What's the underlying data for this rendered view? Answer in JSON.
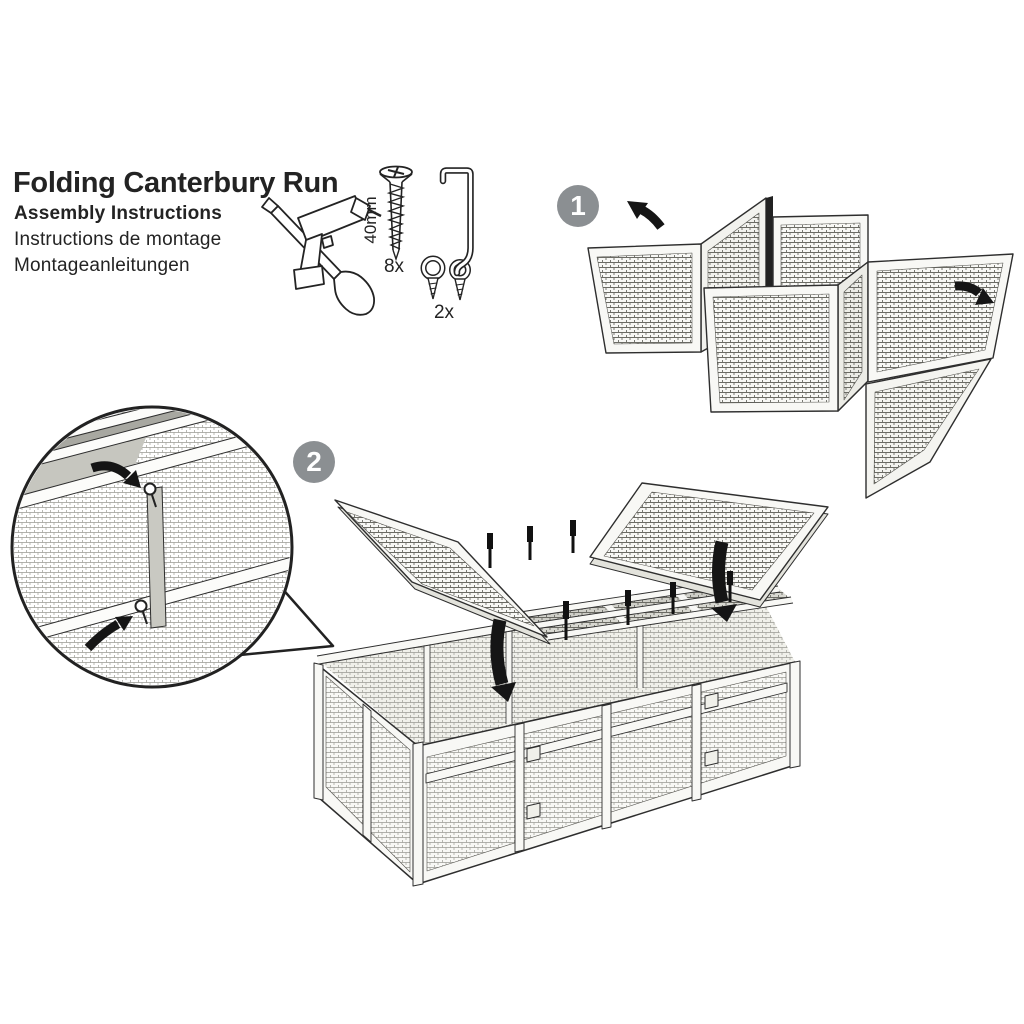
{
  "document": {
    "title": "Folding Canterbury Run",
    "subtitles": {
      "en": "Assembly Instructions",
      "fr": "Instructions de montage",
      "de": "Montageanleitungen"
    }
  },
  "hardware": {
    "screw": {
      "length": "40mm",
      "quantity": "8x"
    },
    "latch": {
      "quantity": "2x"
    },
    "icons": [
      "drill-and-screwdriver-icon",
      "screw-icon",
      "hook-and-eye-latch-icon"
    ]
  },
  "steps": [
    {
      "number": "1"
    },
    {
      "number": "2"
    }
  ],
  "colors": {
    "ink": "#232323",
    "badge": "#8b8f92",
    "frame_fill": "#f8f8f5",
    "mesh_light": "#9a9a93",
    "mesh_dark": "#6b6b64",
    "paper": "#ffffff"
  }
}
